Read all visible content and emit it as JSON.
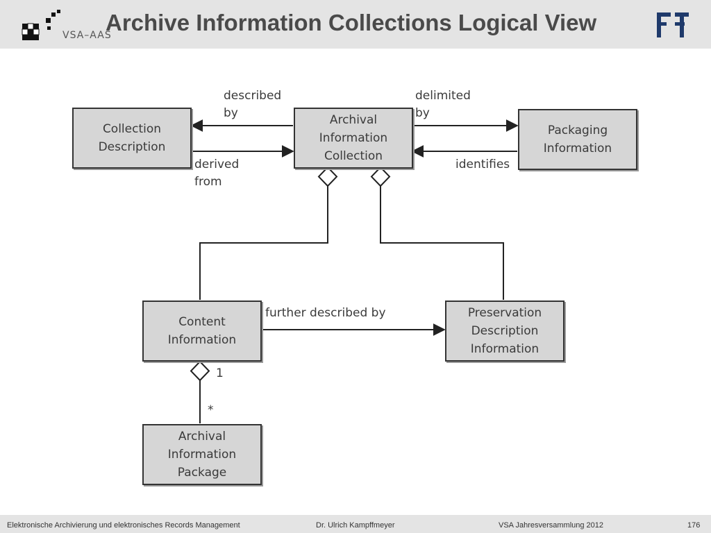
{
  "header": {
    "title": "Archive Information Collections Logical View",
    "logo_text": "VSA–AAS"
  },
  "diagram": {
    "boxes": {
      "collection_description": "Collection\nDescription",
      "archival_information_collection": "Archival\nInformation\nCollection",
      "packaging_information": "Packaging\nInformation",
      "content_information": "Content\nInformation",
      "preservation_description_information": "Preservation\nDescription\nInformation",
      "archival_information_package": "Archival\nInformation\nPackage"
    },
    "labels": {
      "described_by": "described\n         by",
      "derived_from": "derived\nfrom",
      "delimited_by": "delimited\nby",
      "identifies": "identifies",
      "further_described_by": "further described by",
      "multiplicity_one": "1",
      "multiplicity_many": "*"
    }
  },
  "footer": {
    "left": "Elektronische Archivierung und elektronisches Records Management",
    "center": "Dr. Ulrich Kampffmeyer",
    "right": "VSA Jahresversammlung 2012",
    "page": "176"
  },
  "colors": {
    "header_bg": "#e4e4e4",
    "box_fill": "#d6d6d6",
    "line": "#222222",
    "title": "#4a4a4a"
  }
}
